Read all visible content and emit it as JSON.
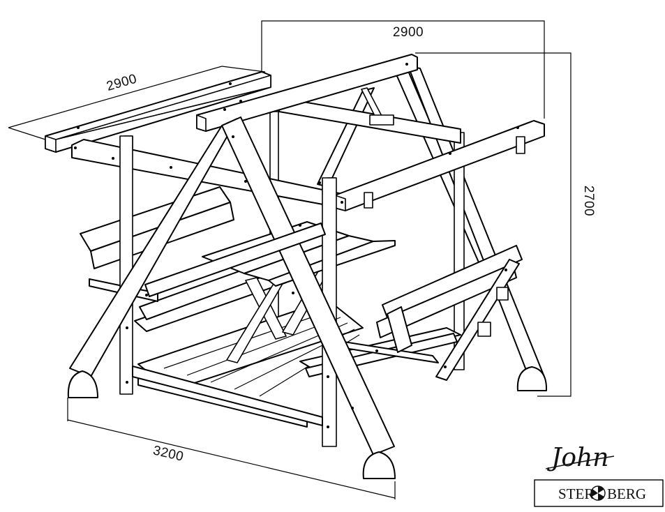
{
  "dimensions": {
    "top_width": "2900",
    "side_width": "2900",
    "height": "2700",
    "base_length": "3200"
  },
  "brand": {
    "signature": "John",
    "name_left": "STERN",
    "name_right": "BERG"
  },
  "colors": {
    "line": "#000000",
    "fill": "#ffffff",
    "text": "#111111"
  }
}
